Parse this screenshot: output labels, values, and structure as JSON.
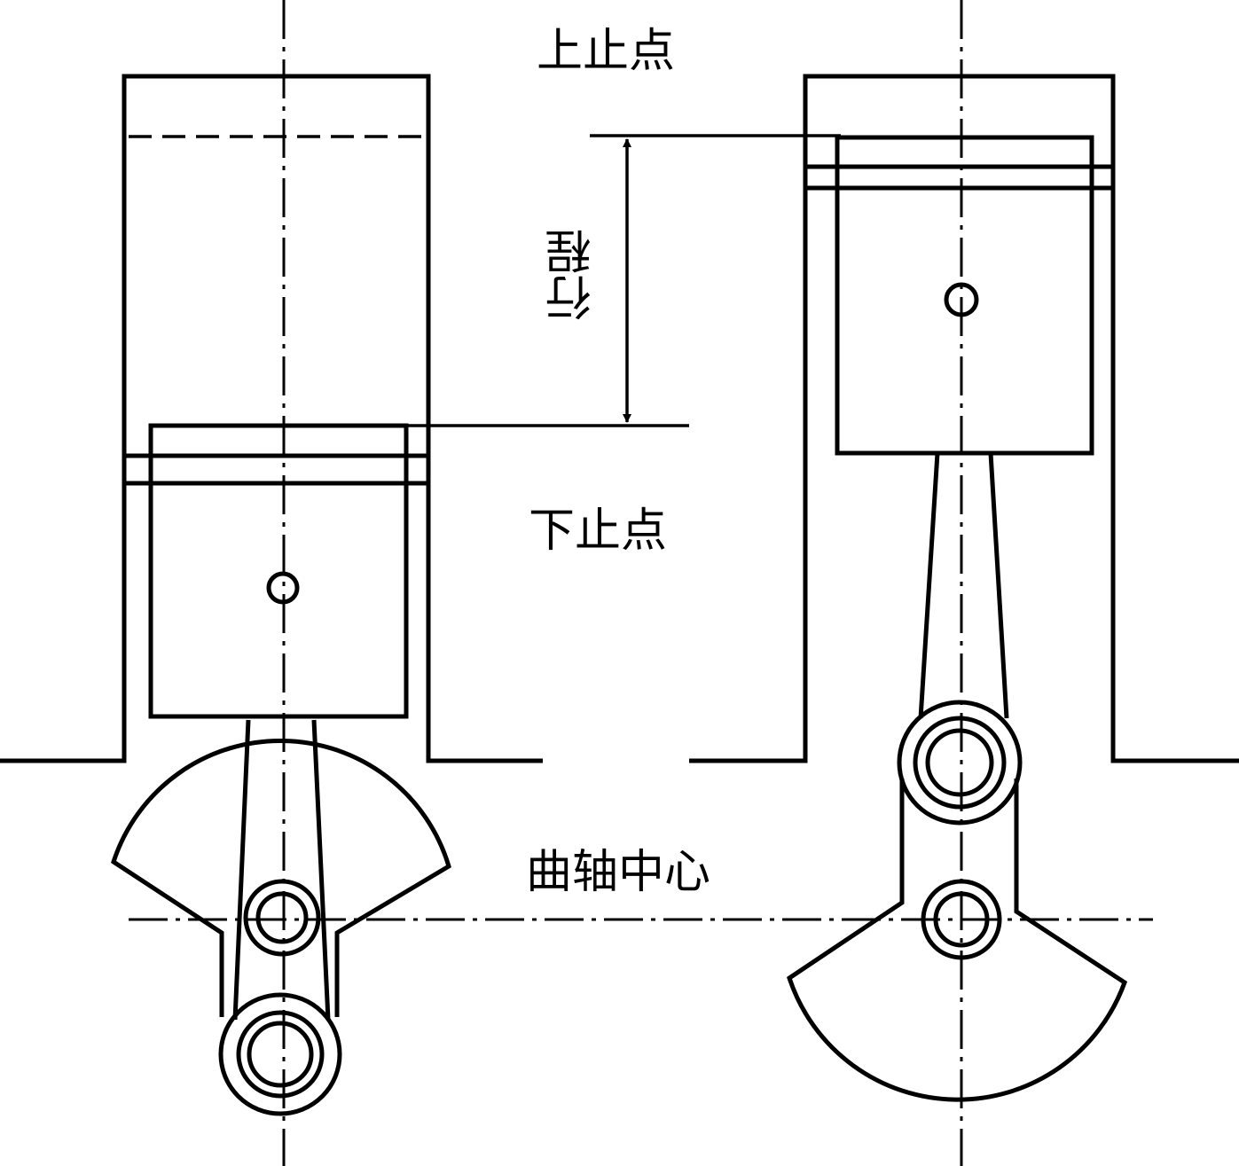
{
  "labels": {
    "top_dead_center": "上止点",
    "stroke": "行程",
    "bottom_dead_center": "下止点",
    "crankshaft_center": "曲轴中心"
  },
  "colors": {
    "line": "#000000",
    "background": "#ffffff"
  }
}
